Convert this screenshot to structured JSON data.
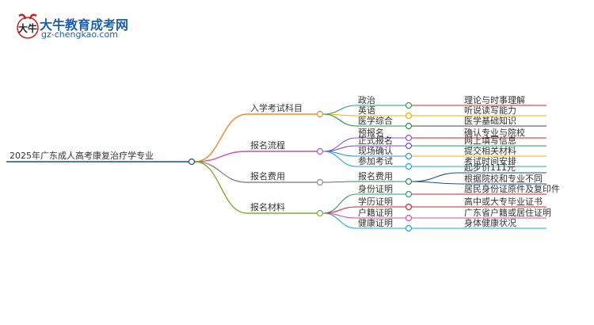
{
  "logo": {
    "title": "大牛教育成考网",
    "url": "gz-chengkao.com",
    "mark": "大牛"
  },
  "root": {
    "label": "2025年广东成人高考康复治疗学专业",
    "color": "#1a4f8a"
  },
  "branches": [
    {
      "label": "入学考试科目",
      "color": "#f2892a",
      "children": [
        {
          "label": "政治",
          "color": "#2e9e6a",
          "leaf": "理论与时事理解",
          "leaf_color": "#d6202c"
        },
        {
          "label": "英语",
          "color": "#f0b000",
          "leaf": "听说读写能力",
          "leaf_color": "#f0b000"
        },
        {
          "label": "医学综合",
          "color": "#2e8b57",
          "leaf": "医学基础知识",
          "leaf_color": "#444444"
        }
      ]
    },
    {
      "label": "报名流程",
      "color": "#d04fa8",
      "children": [
        {
          "label": "预报名",
          "color": "#9b4fd0",
          "leaf": "确认专业与院校",
          "leaf_color": "#d6202c"
        },
        {
          "label": "正式报名",
          "color": "#6a4fd0",
          "leaf": "网上填写信息",
          "leaf_color": "#2e9e6a"
        },
        {
          "label": "现场确认",
          "color": "#3a8fd0",
          "leaf": "提交相关材料",
          "leaf_color": "#f0b000"
        },
        {
          "label": "参加考试",
          "color": "#1aa8d0",
          "leaf": "考试时间安排",
          "leaf_color": "#1aa8d0"
        }
      ]
    },
    {
      "label": "报名费用",
      "color": "#8a8a8a",
      "children": [
        {
          "label": "报名费用",
          "color": "#2e8b57",
          "leaves": [
            {
              "text": "起步价111元",
              "color": "#1a4f8a"
            },
            {
              "text": "根据院校和专业不同",
              "color": "#1a4f8a"
            }
          ]
        }
      ]
    },
    {
      "label": "报名材料",
      "color": "#7ab030",
      "children": [
        {
          "label": "身份证明",
          "color": "#2e9e6a",
          "leaf": "居民身份证原件及复印件",
          "leaf_color": "#d6202c"
        },
        {
          "label": "学历证明",
          "color": "#d6202c",
          "leaf": "高中或大专毕业证书",
          "leaf_color": "#d6202c"
        },
        {
          "label": "户籍证明",
          "color": "#d04fa8",
          "leaf": "广东省户籍或居住证明",
          "leaf_color": "#d04fa8"
        },
        {
          "label": "健康证明",
          "color": "#1aa8d0",
          "leaf": "身体健康状况",
          "leaf_color": "#1aa8d0"
        }
      ]
    }
  ]
}
